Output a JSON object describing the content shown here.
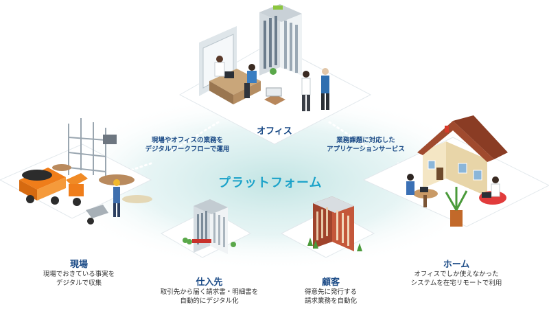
{
  "center_label": "プラットフォーム",
  "nodes": {
    "office": {
      "title": "オフィス"
    },
    "genba": {
      "title": "現場",
      "desc_line1": "現場でおきている事実を",
      "desc_line2": "デジタルで収集"
    },
    "shiire": {
      "title": "仕入先",
      "desc_line1": "取引先から届く請求書・明細書を",
      "desc_line2": "自動的にデジタル化"
    },
    "kokyaku": {
      "title": "顧客",
      "desc_line1": "得意先に発行する",
      "desc_line2": "請求業務を自動化"
    },
    "home": {
      "title": "ホーム",
      "desc_line1": "オフィスでしか使えなかった",
      "desc_line2": "システムを在宅リモートで利用"
    }
  },
  "connectors": {
    "left": {
      "line1": "現場やオフィスの業務を",
      "line2": "デジタルワークフローで運用"
    },
    "right": {
      "line1": "業務課題に対応した",
      "line2": "アプリケーションサービス"
    }
  },
  "colors": {
    "accent": "#1a4a86",
    "platform": "#1aa2c9",
    "glow": "#cfeaea"
  }
}
